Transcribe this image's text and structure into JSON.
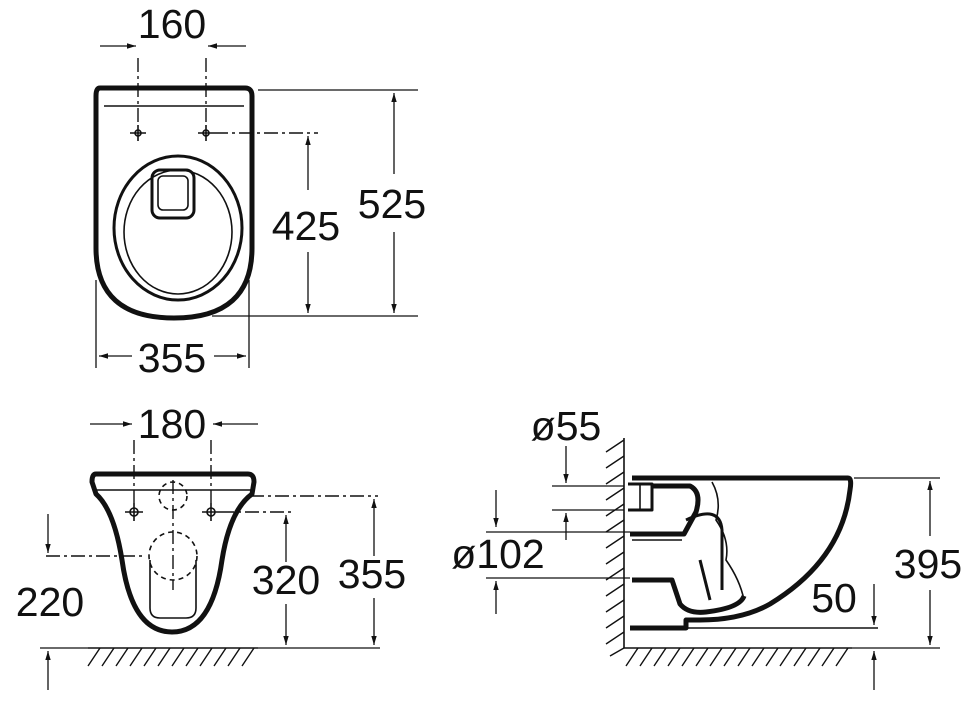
{
  "diagram": {
    "top_view": {
      "dims": {
        "fixing_spacing": "160",
        "fixing_to_front": "425",
        "depth": "525",
        "width": "355"
      }
    },
    "front_view": {
      "dims": {
        "fixing_spacing": "180",
        "waste_height": "220",
        "fixing_height": "320",
        "rim_height": "355"
      }
    },
    "side_view": {
      "dims": {
        "inlet_diameter": "ø55",
        "outlet_diameter": "ø102",
        "foot_clearance": "50",
        "rim_height": "395"
      }
    }
  }
}
